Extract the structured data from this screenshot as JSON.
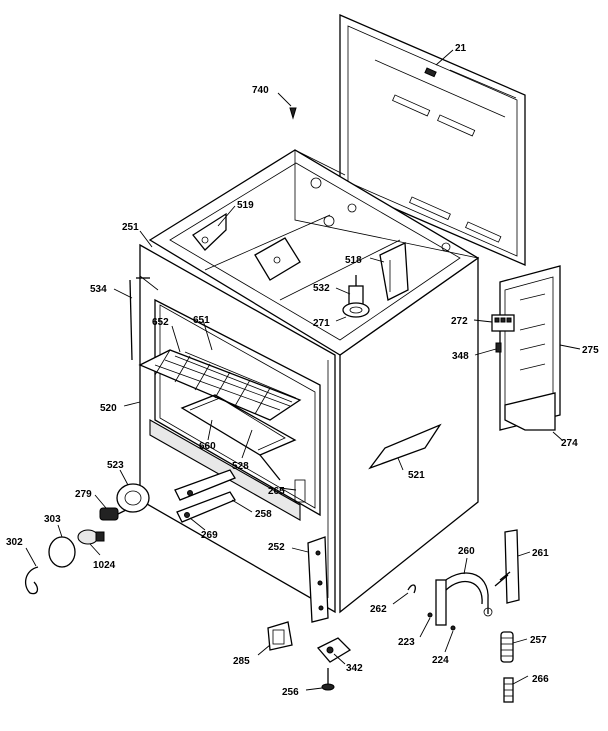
{
  "diagram": {
    "labels": {
      "p21": "21",
      "p740": "740",
      "p519": "519",
      "p251": "251",
      "p518": "518",
      "p534": "534",
      "p532": "532",
      "p652": "652",
      "p651": "651",
      "p271": "271",
      "p272": "272",
      "p275": "275",
      "p348": "348",
      "p520": "520",
      "p660": "660",
      "p528": "528",
      "p274": "274",
      "p521": "521",
      "p523": "523",
      "p279": "279",
      "p265": "265",
      "p258": "258",
      "p303": "303",
      "p269": "269",
      "p302": "302",
      "p1024": "1024",
      "p252": "252",
      "p260": "260",
      "p261": "261",
      "p262": "262",
      "p223": "223",
      "p257": "257",
      "p224": "224",
      "p285": "285",
      "p342": "342",
      "p266": "266",
      "p256": "256"
    }
  }
}
